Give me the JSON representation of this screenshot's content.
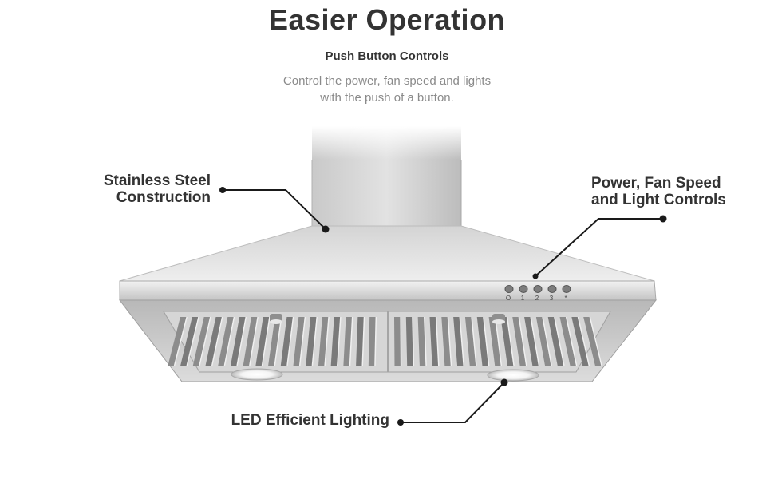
{
  "header": {
    "title": "Easier Operation",
    "subtitle": "Push Button Controls",
    "description_lines": [
      "Control the power, fan speed and lights",
      "with the push of a button."
    ]
  },
  "callouts": {
    "steel": {
      "lines": [
        "Stainless Steel",
        "Construction"
      ]
    },
    "controls": {
      "lines": [
        "Power, Fan Speed",
        "and Light Controls"
      ]
    },
    "led": {
      "label": "LED Efficient Lighting"
    }
  },
  "control_panel": {
    "button_labels": [
      "O",
      "1",
      "2",
      "3",
      "*"
    ]
  },
  "colors": {
    "text_dark": "#333333",
    "text_muted": "#8a8a8a",
    "steel_light": "#e6e6e6",
    "steel_mid": "#c8c8c8",
    "steel_dark": "#9a9a9a",
    "leader_line": "#1a1a1a"
  }
}
